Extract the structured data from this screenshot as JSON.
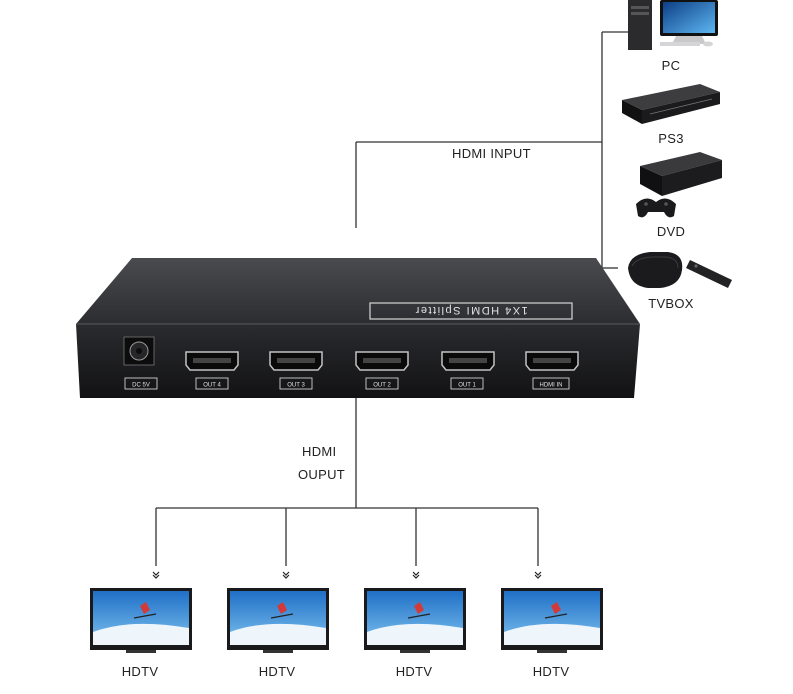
{
  "sources": [
    {
      "label": "PC",
      "icon": "pc-icon"
    },
    {
      "label": "PS3",
      "icon": "ps3-icon"
    },
    {
      "label": "DVD",
      "icon": "game-console-icon"
    },
    {
      "label": "TVBOX",
      "icon": "tvbox-icon"
    }
  ],
  "input_label": "HDMI INPUT",
  "output_label_line1": "HDMI",
  "output_label_line2": "OUPUT",
  "device": {
    "title": "1X4 HDMI Splitter",
    "ports": [
      "DC 5V",
      "OUT 4",
      "OUT 3",
      "OUT 2",
      "OUT 1",
      "HDMI IN"
    ]
  },
  "displays": [
    {
      "label": "HDTV",
      "icon": "hdtv-icon"
    },
    {
      "label": "HDTV",
      "icon": "hdtv-icon"
    },
    {
      "label": "HDTV",
      "icon": "hdtv-icon"
    },
    {
      "label": "HDTV",
      "icon": "hdtv-icon"
    }
  ],
  "colors": {
    "line": "#333333",
    "device_body": "#2a2b2d",
    "screen_sky": "#2e8fd8",
    "screen_snow": "#e8f3fb"
  }
}
